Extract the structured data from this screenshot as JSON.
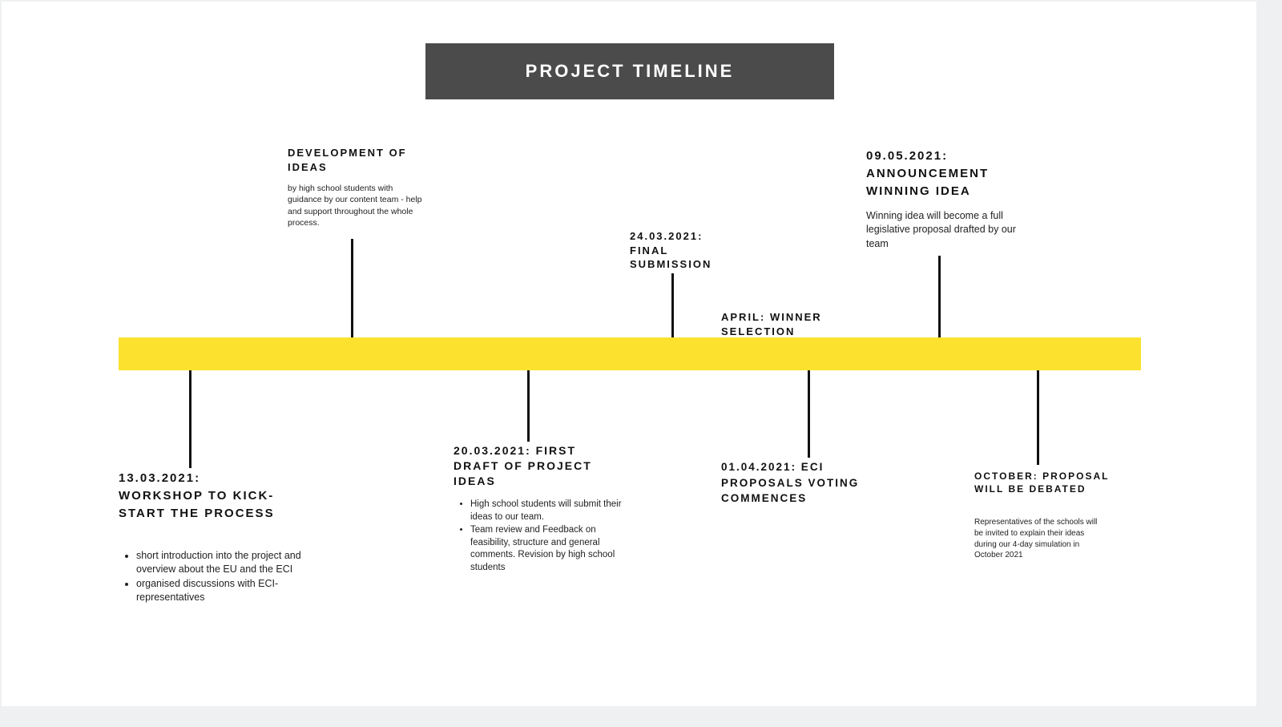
{
  "title": "PROJECT TIMELINE",
  "colors": {
    "bar": "#fce22e",
    "title_bg": "#4b4b4b",
    "ticks": "#111111"
  },
  "events": {
    "workshop": {
      "label": "13.03.2021: WORKSHOP TO KICK-START THE PROCESS",
      "bullets": [
        "short introduction into the project and overview about the EU and the ECI",
        "organised discussions with ECI-representatives"
      ]
    },
    "development": {
      "label": "DEVELOPMENT OF IDEAS",
      "desc": "by high school students with guidance by our content team - help and support throughout the whole process."
    },
    "first_draft": {
      "label": "20.03.2021: FIRST DRAFT OF PROJECT IDEAS",
      "bullets": [
        "High school students will submit their ideas to our team.",
        "Team review and Feedback on feasibility, structure and general comments. Revision by high school students"
      ]
    },
    "final_submission": {
      "label": "24.03.2021: FINAL SUBMISSION"
    },
    "voting": {
      "label": "01.04.2021: ECI PROPOSALS VOTING COMMENCES"
    },
    "winner_selection": {
      "label": "APRIL: WINNER SELECTION"
    },
    "announcement": {
      "label": "09.05.2021: ANNOUNCEMENT WINNING IDEA",
      "desc": "Winning idea will become a full legislative proposal drafted by our team"
    },
    "october": {
      "label": "OCTOBER: PROPOSAL WILL BE DEBATED",
      "desc": "Representatives of the schools will be invited to explain their ideas during our 4-day simulation in October 2021"
    }
  }
}
